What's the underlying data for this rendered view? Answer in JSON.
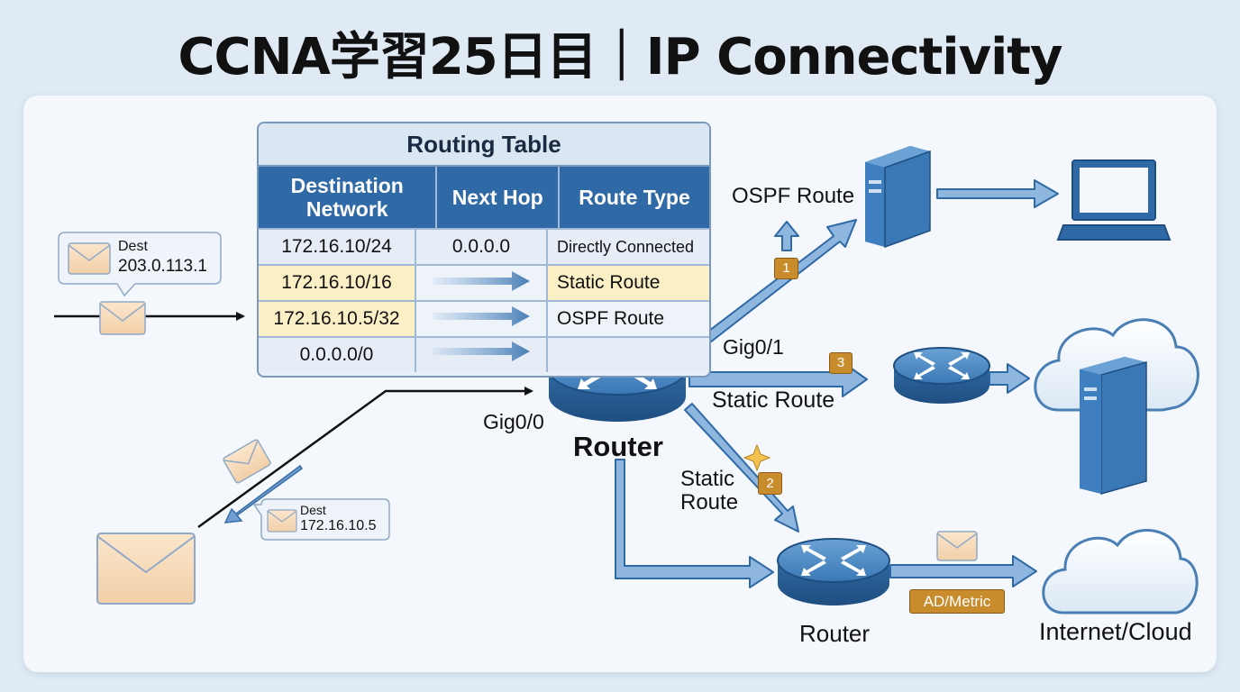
{
  "title": "CCNA学習25日目｜IP Connectivity",
  "routing_table": {
    "title": "Routing Table",
    "headers": [
      "Destination Network",
      "Next Hop",
      "Route Type"
    ],
    "rows": [
      {
        "destination": "172.16.10/24",
        "next_hop": "0.0.0.0",
        "route_type": "Directly Connected"
      },
      {
        "destination": "172.16.10/16",
        "next_hop": "",
        "route_type": "Static Route"
      },
      {
        "destination": "172.16.10.5/32",
        "next_hop": "",
        "route_type": "OSPF Route"
      },
      {
        "destination": "0.0.0.0/0",
        "next_hop": "",
        "route_type": ""
      }
    ]
  },
  "packets": {
    "incoming_dest_label": "Dest",
    "incoming_dest_ip": "203.0.113.1",
    "outgoing_dest_label": "Dest",
    "outgoing_dest_ip": "172.16.10.5"
  },
  "labels": {
    "ospf_route": "OSPF Route",
    "gig0_1": "Gig0/1",
    "static_route_right": "Static Route",
    "gig0_0": "Gig0/0",
    "main_router": "Router",
    "static_route_down_1": "Static",
    "static_route_down_2": "Route",
    "bottom_router": "Router",
    "internet_cloud": "Internet/Cloud",
    "ad_metric": "AD/Metric"
  },
  "badges": [
    "1",
    "2",
    "3"
  ],
  "colors": {
    "header_blue": "#2f6aa6",
    "arrow_blue": "#6f9fd1",
    "router_blue": "#3a78b5",
    "server_blue": "#3f7fbf",
    "badge_gold": "#c98c2c",
    "envelope_peach": "#f6d9b8",
    "highlight_yellow": "#fbefc6"
  },
  "icons": [
    "envelope-icon",
    "router-icon",
    "server-icon",
    "laptop-icon",
    "cloud-icon",
    "sparkle-icon"
  ]
}
